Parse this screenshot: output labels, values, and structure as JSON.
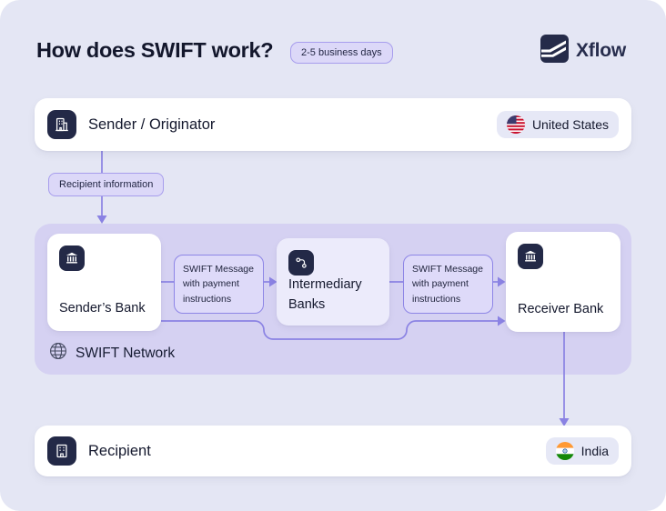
{
  "header": {
    "title": "How does SWIFT work?",
    "duration_badge": "2-5 business days",
    "brand_name": "Xflow"
  },
  "sender": {
    "label": "Sender / Originator",
    "country": "United States"
  },
  "transfer": {
    "recipient_info": "Recipient information"
  },
  "network": {
    "label": "SWIFT Network",
    "sender_bank": "Sender’s Bank",
    "intermediary_banks": "Intermediary Banks",
    "receiver_bank": "Receiver Bank",
    "swift_message": "SWIFT Message with payment instructions"
  },
  "recipient": {
    "label": "Recipient",
    "country": "India"
  },
  "icons": {
    "brand": "xflow-logo-icon",
    "sender": "office-building-icon",
    "sender_flag": "us-flag-icon",
    "sender_bank": "bank-icon",
    "intermediary_banks": "route-icon",
    "receiver_bank": "bank-icon",
    "network": "globe-icon",
    "recipient": "building-icon",
    "recipient_flag": "india-flag-icon"
  },
  "colors": {
    "accent_purple": "#8a82e3",
    "navy_tile": "#232947",
    "canvas_bg": "#e4e6f4",
    "network_bg": "#d5d1f2",
    "chip_bg": "#dcd8f8",
    "chip_border": "#a79ded"
  }
}
